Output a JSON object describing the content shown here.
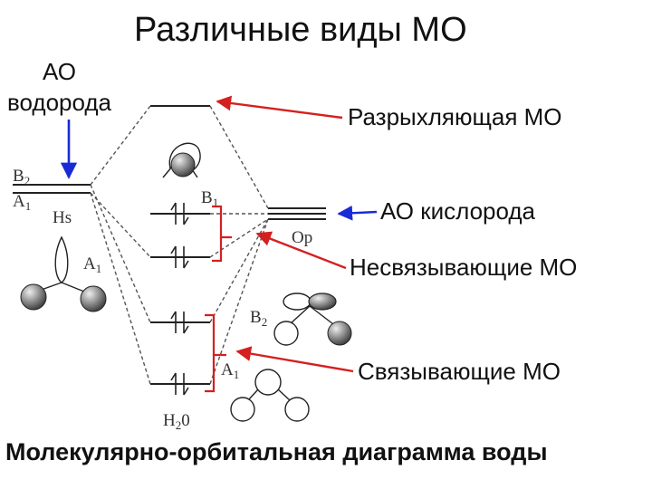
{
  "title": "Различные виды МО",
  "ao_hydrogen": {
    "line1": "АО",
    "line2": "водорода"
  },
  "labels": {
    "antibonding": "Разрыхляющая МО",
    "ao_oxygen": "АО кислорода",
    "nonbonding": "Несвязывающие МО",
    "bonding": "Связывающие МО"
  },
  "caption": "Молекулярно-орбитальная диаграмма воды",
  "diagram_symbols": {
    "b2_h": "B",
    "b2_h_sub": "2",
    "a1_h": "A",
    "a1_h_sub": "1",
    "hs": "Hs",
    "a1_h_orbital": "A",
    "a1_h_orbital_sub": "1",
    "b1": "B",
    "b1_sub": "1",
    "op": "Op",
    "b2_o": "B",
    "b2_o_sub": "2",
    "a1_o": "A",
    "a1_o_sub": "1",
    "h2o": "H",
    "h2o_sub": "2",
    "h2o_tail": "0"
  },
  "colors": {
    "pointer_red": "#d42020",
    "pointer_blue": "#1a2ad6",
    "diagram_gray": "#333333"
  }
}
